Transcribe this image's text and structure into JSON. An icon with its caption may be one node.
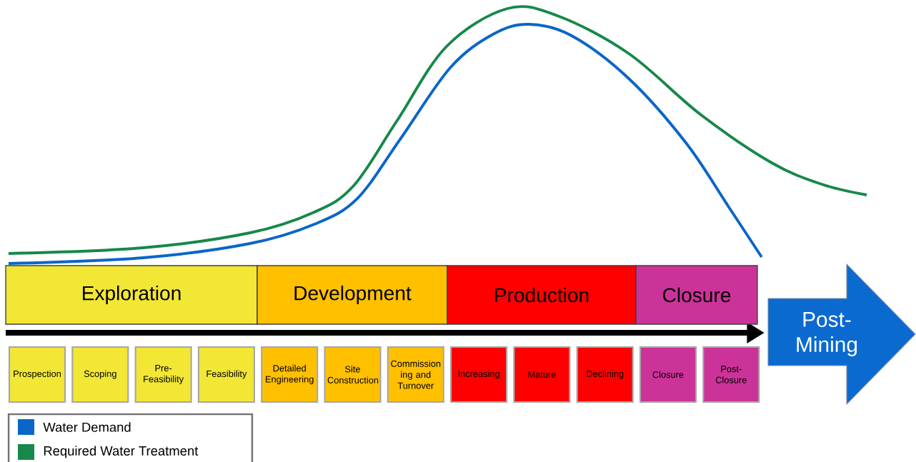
{
  "diagram": {
    "nodes": [
      {
        "text": [
          "Exploration"
        ]
      },
      {
        "text": [
          "Development"
        ]
      },
      {
        "text": [
          "Production"
        ]
      },
      {
        "text": [
          "Closure"
        ]
      },
      {
        "text": [
          "Prospection"
        ]
      },
      {
        "text": [
          "Scoping"
        ]
      },
      {
        "text": [
          "Pre-Feasibility"
        ]
      },
      {
        "text": [
          "Feasibility"
        ]
      },
      {
        "text": [
          "Detailed Engineering"
        ]
      },
      {
        "text": [
          "Site Construction"
        ]
      },
      {
        "text": [
          "Commission ing and Turnover"
        ]
      },
      {
        "text": [
          "Increasing"
        ]
      },
      {
        "text": [
          "Mature"
        ]
      },
      {
        "text": [
          "Declining"
        ]
      },
      {
        "text": [
          "Closure"
        ]
      },
      {
        "text": [
          "Post-Closure"
        ]
      },
      {
        "text": [
          "Post-Mining"
        ]
      }
    ],
    "legend": [
      {
        "text": "Water Demand",
        "color": "#0a66c8"
      },
      {
        "text": "Required Water Treatment",
        "color": "#16884a"
      }
    ]
  }
}
